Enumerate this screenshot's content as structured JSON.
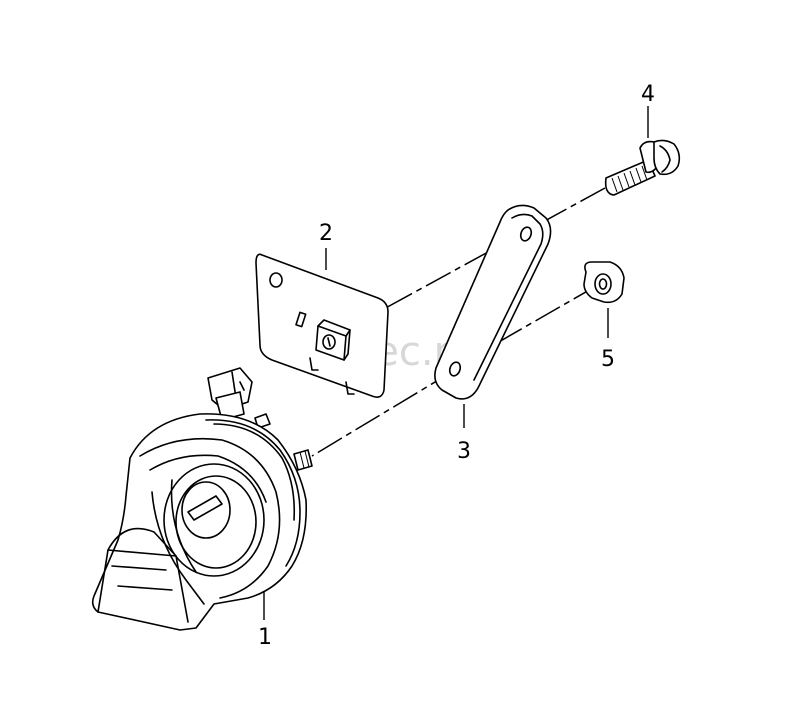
{
  "watermark": "vagtec.ru",
  "callouts": {
    "horn": "1",
    "bracket_plate": "2",
    "mounting_bracket": "3",
    "bolt": "4",
    "nut": "5"
  }
}
